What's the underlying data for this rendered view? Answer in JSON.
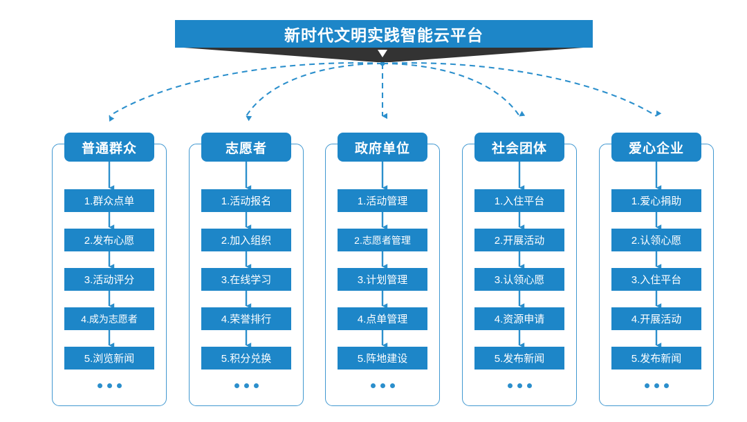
{
  "title": {
    "text": "新时代文明实践智能云平台"
  },
  "theme": {
    "primary_blue": "#1d86c8",
    "border_blue": "#3f97d0",
    "dash_blue": "#2b8fcc",
    "shadow_dark": "#333333",
    "background": "#ffffff"
  },
  "ellipsis_label": "...",
  "columns": [
    {
      "header": "普通群众",
      "items": [
        "1.群众点单",
        "2.发布心愿",
        "3.活动评分",
        "4.成为志愿者",
        "5.浏览新闻"
      ]
    },
    {
      "header": "志愿者",
      "items": [
        "1.活动报名",
        "2.加入组织",
        "3.在线学习",
        "4.荣誉排行",
        "5.积分兑换"
      ]
    },
    {
      "header": "政府单位",
      "items": [
        "1.活动管理",
        "2.志愿者管理",
        "3.计划管理",
        "4.点单管理",
        "5.阵地建设"
      ]
    },
    {
      "header": "社会团体",
      "items": [
        "1.入住平台",
        "2.开展活动",
        "3.认领心愿",
        "4.资源申请",
        "5.发布新闻"
      ]
    },
    {
      "header": "爱心企业",
      "items": [
        "1.爱心捐助",
        "2.认领心愿",
        "3.入住平台",
        "4.开展活动",
        "5.发布新闻"
      ]
    }
  ]
}
